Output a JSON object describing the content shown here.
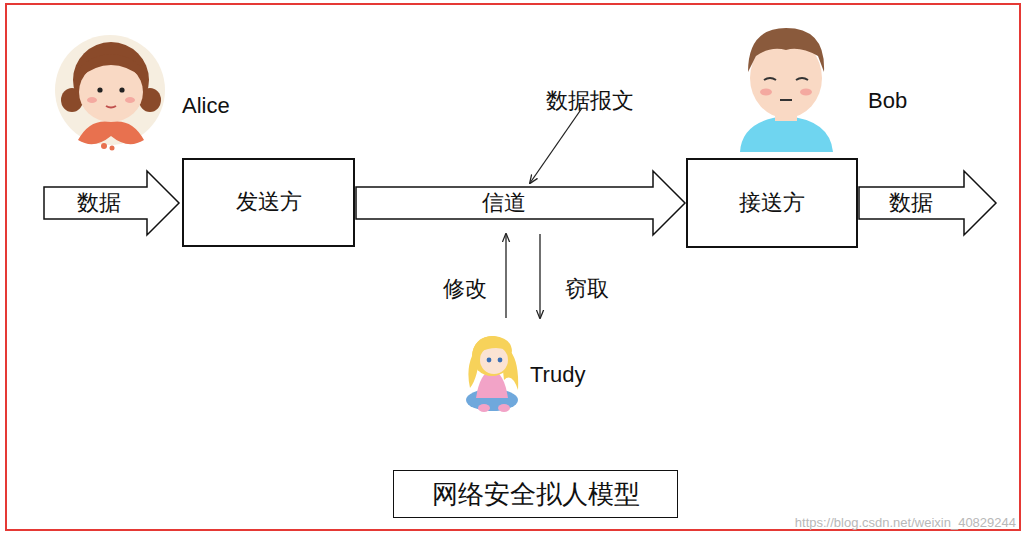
{
  "diagram": {
    "title": "网络安全拟人模型",
    "nodes": [
      {
        "text": [
          "数据"
        ]
      },
      {
        "text": [
          "发送方"
        ]
      },
      {
        "text": [
          "信道"
        ]
      },
      {
        "text": [
          "接送方"
        ]
      },
      {
        "text": [
          "数据"
        ]
      }
    ],
    "labels": [
      "Alice",
      "Bob",
      "数据报文",
      "修改",
      "窃取",
      "Trudy",
      "https://blog.csdn.net/weixin_40829244"
    ]
  }
}
